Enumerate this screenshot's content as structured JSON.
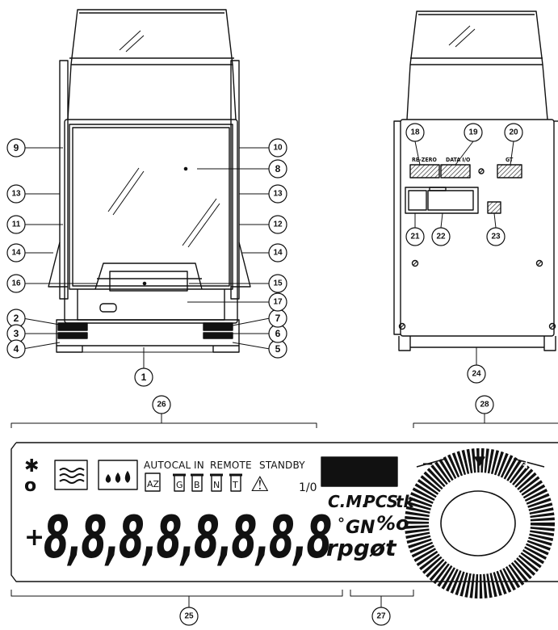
{
  "callouts": {
    "n1": "1",
    "n2": "2",
    "n3": "3",
    "n4": "4",
    "n5": "5",
    "n6": "6",
    "n7": "7",
    "n8": "8",
    "n9": "9",
    "n10": "10",
    "n11": "11",
    "n12": "12",
    "n13": "13",
    "n14": "14",
    "n15": "15",
    "n16": "16",
    "n17": "17",
    "n18": "18",
    "n19": "19",
    "n20": "20",
    "n21": "21",
    "n22": "22",
    "n23": "23",
    "n24": "24",
    "n25": "25",
    "n26": "26",
    "n27": "27",
    "n28": "28"
  },
  "rear_ports": {
    "rezero": "RE-ZERO",
    "data_io": "DATA I/O",
    "gt": "GT"
  },
  "display": {
    "star": "✱",
    "zero": "o",
    "autocal": "AUTOCAL",
    "in": "IN",
    "remote": "REMOTE",
    "standby": "STANDBY",
    "az": "AZ",
    "g": "G",
    "b": "B",
    "n": "N",
    "t": "T",
    "warning": "⚠",
    "fraction": "1/0",
    "cm": "C.M.",
    "pcs": "PCS",
    "tk": "tk",
    "deg": "°",
    "gn": "GN",
    "permille": "%o",
    "rpgxt": "rpgøt",
    "plus": "+",
    "digits": "8,8,8,8,8,8,8,8",
    "minus_sign": "−",
    "plus_sign": "+"
  }
}
